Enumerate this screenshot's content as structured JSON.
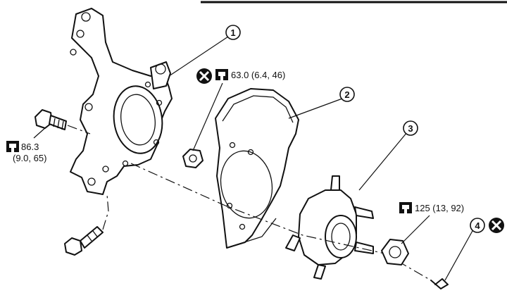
{
  "callouts": [
    "1",
    "2",
    "3",
    "4"
  ],
  "torques": {
    "knuckle_nut": "63.0 (6.4, 46)",
    "knuckle_bolt_line1": "86.3",
    "knuckle_bolt_line2": "(9.0, 65)",
    "hub_nut": "125 (13, 92)"
  },
  "icons": {
    "torque": "torque-wrench-icon",
    "do_not_reuse": "do-not-reuse-icon"
  }
}
